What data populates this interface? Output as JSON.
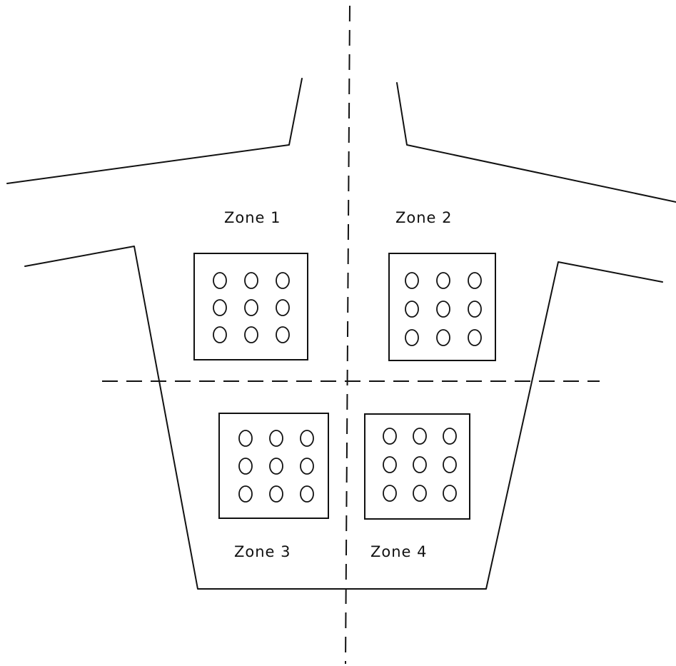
{
  "zones": [
    {
      "id": "zone-1",
      "label": "Zone 1",
      "sensor_count": 9
    },
    {
      "id": "zone-2",
      "label": "Zone 2",
      "sensor_count": 9
    },
    {
      "id": "zone-3",
      "label": "Zone 3",
      "sensor_count": 9
    },
    {
      "id": "zone-4",
      "label": "Zone 4",
      "sensor_count": 9
    }
  ]
}
